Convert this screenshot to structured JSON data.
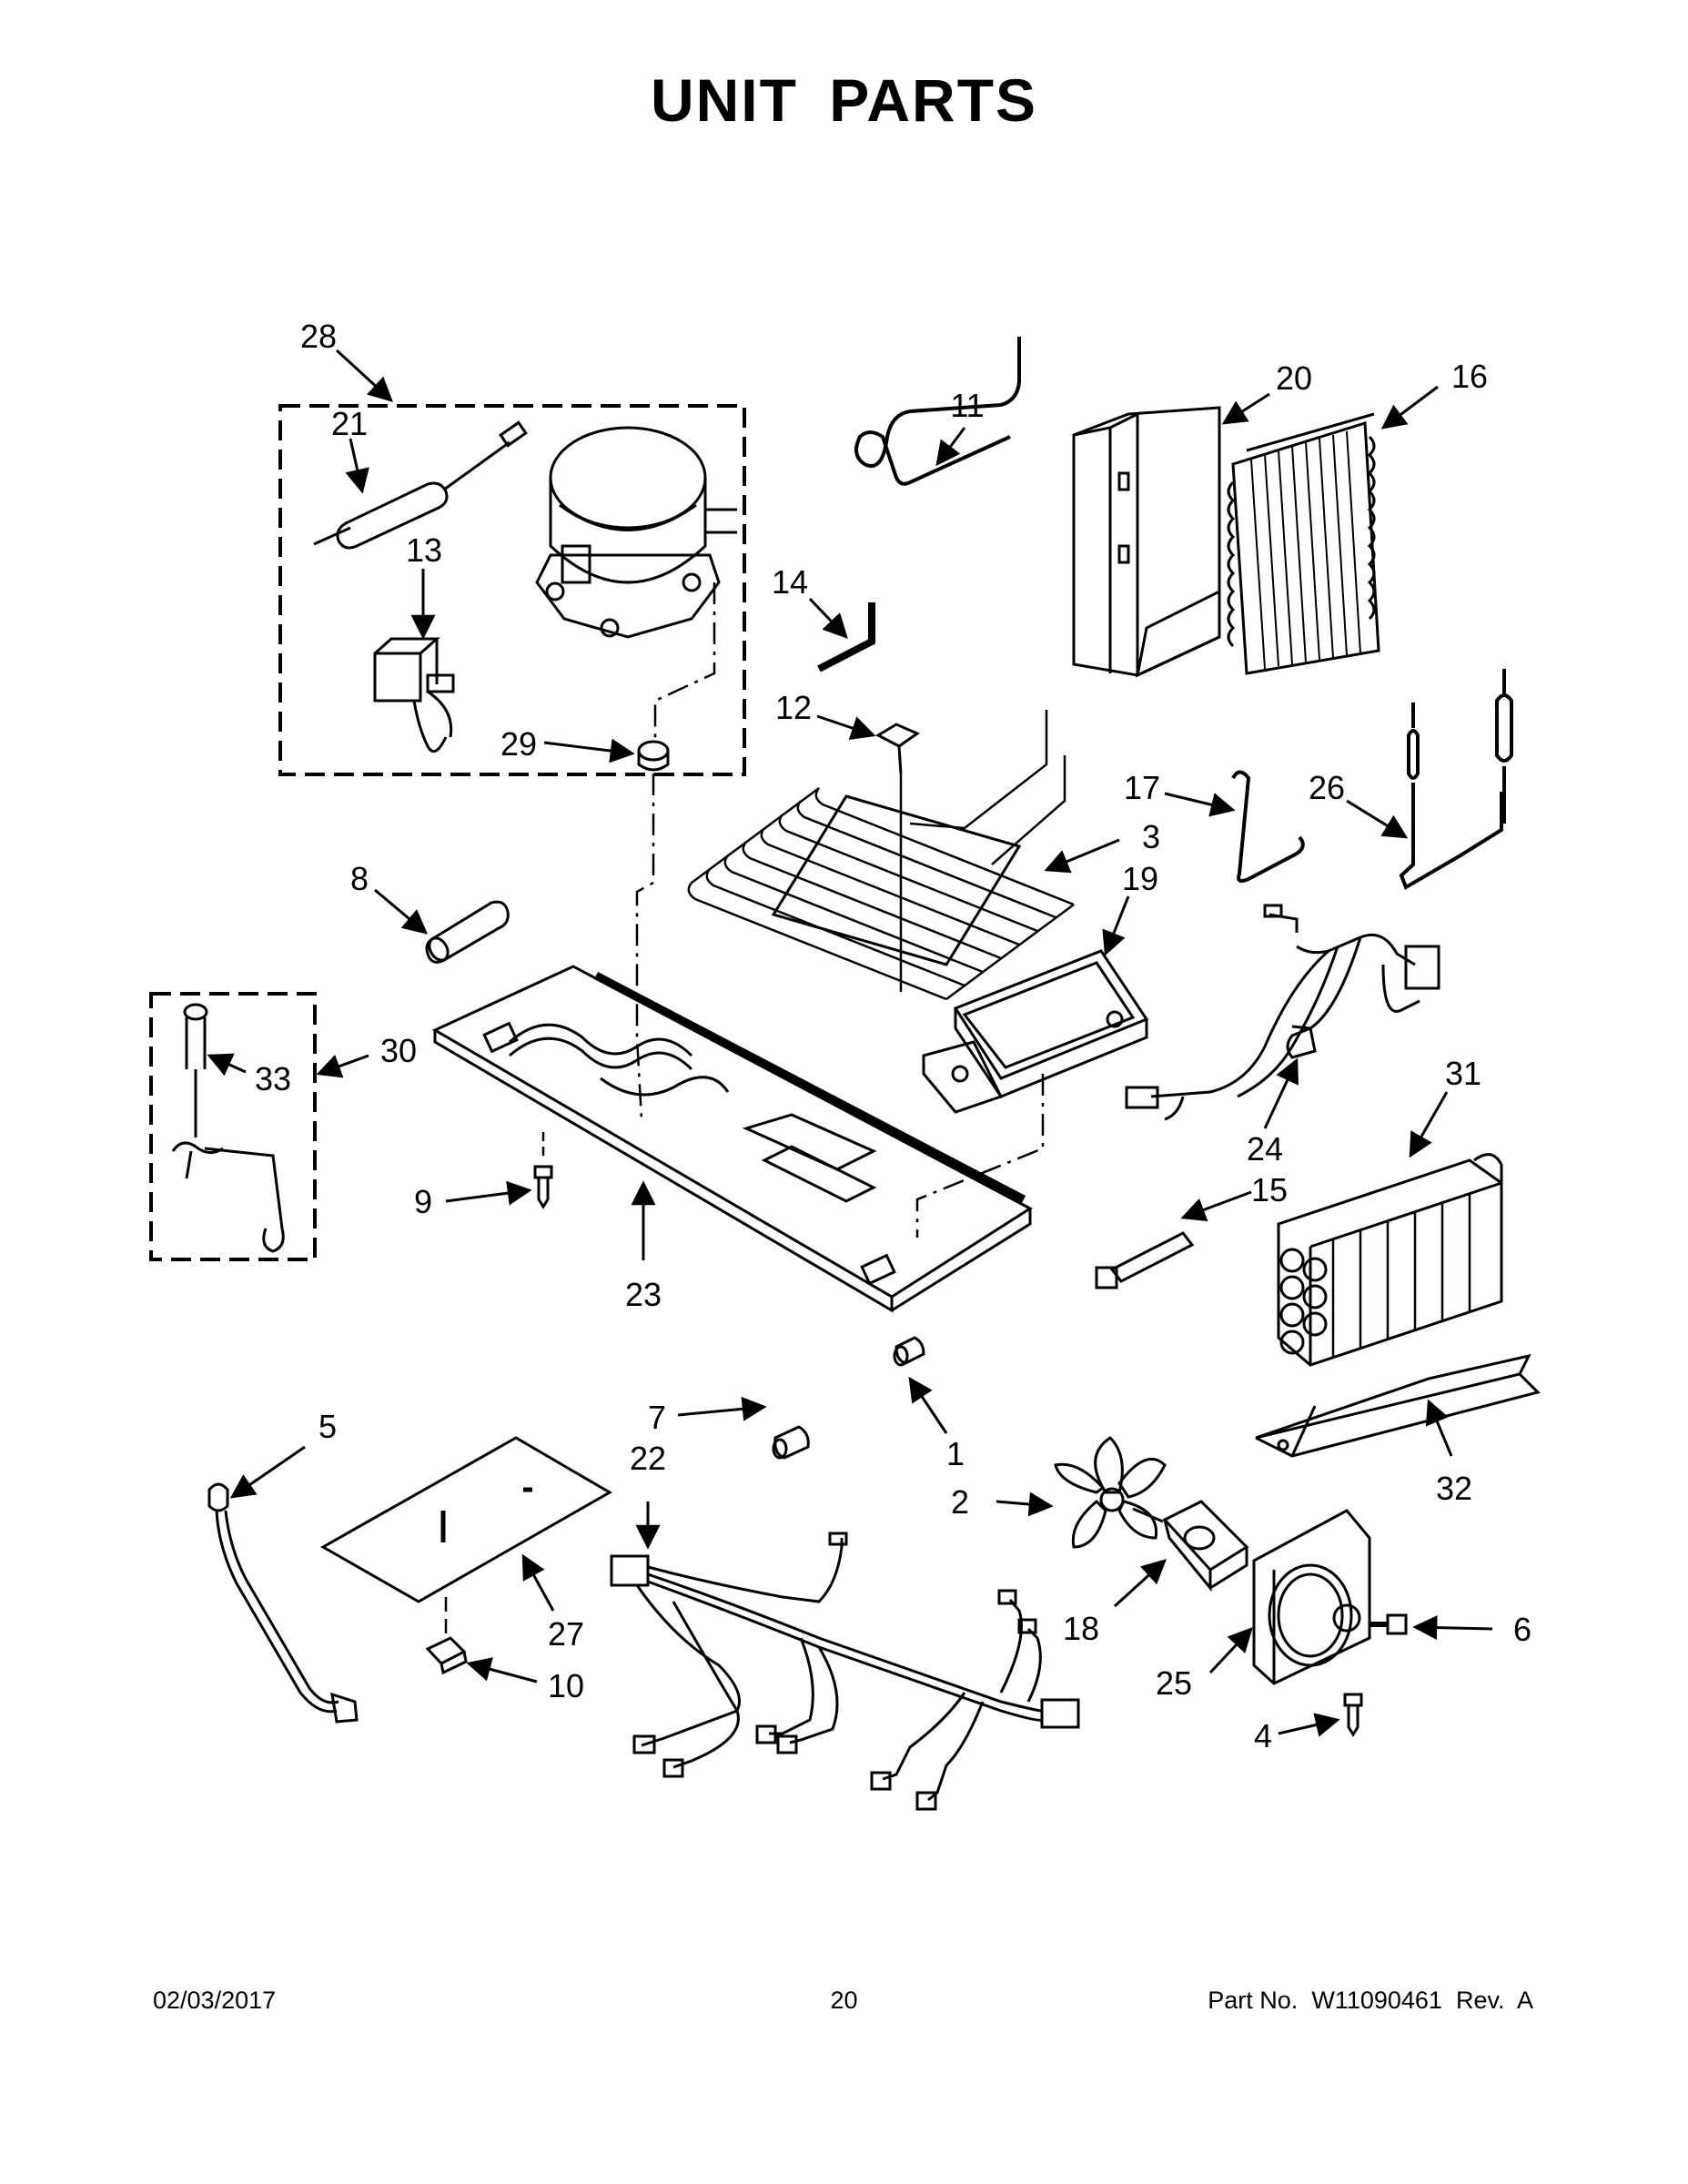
{
  "title": "UNIT PARTS",
  "callouts": {
    "n1": "1",
    "n2": "2",
    "n3": "3",
    "n4": "4",
    "n5": "5",
    "n6": "6",
    "n7": "7",
    "n8": "8",
    "n9": "9",
    "n10": "10",
    "n11": "11",
    "n12": "12",
    "n13": "13",
    "n14": "14",
    "n15": "15",
    "n16": "16",
    "n17": "17",
    "n18": "18",
    "n19": "19",
    "n20": "20",
    "n21": "21",
    "n22": "22",
    "n23": "23",
    "n24": "24",
    "n25": "25",
    "n26": "26",
    "n27": "27",
    "n28": "28",
    "n29": "29",
    "n30": "30",
    "n31": "31",
    "n32": "32",
    "n33": "33"
  },
  "footer": {
    "date": "02/03/2017",
    "page": "20",
    "part_label": "Part No.",
    "part_number": "W11090461",
    "rev_label": "Rev.",
    "rev": "A"
  }
}
